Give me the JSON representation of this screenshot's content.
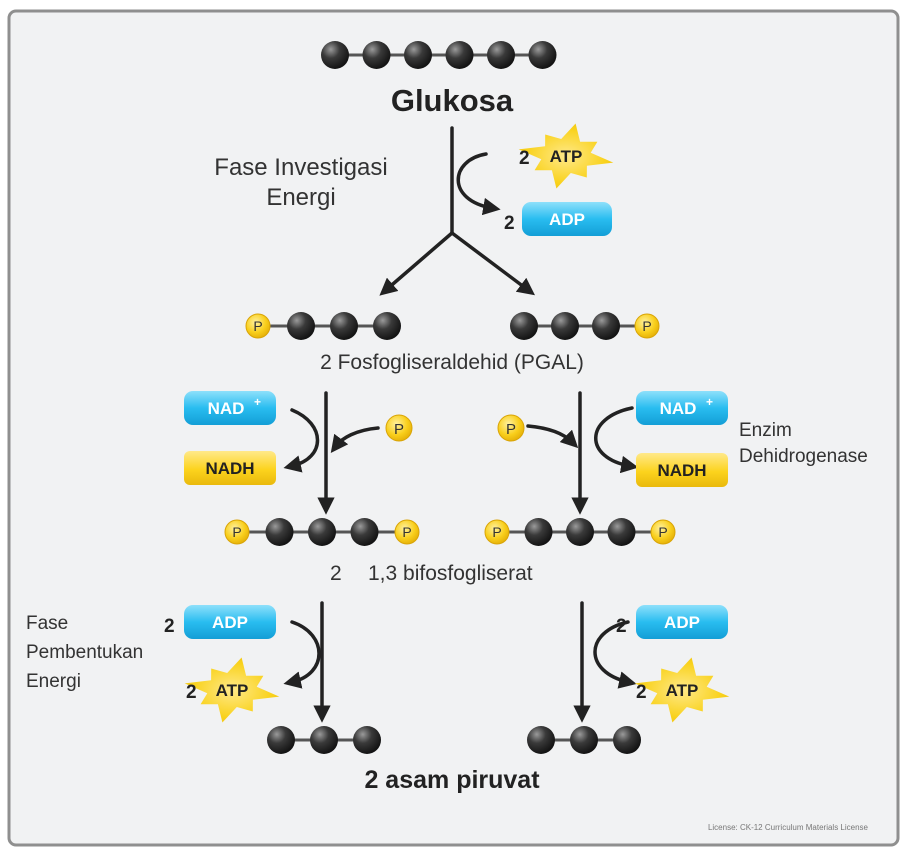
{
  "title": "Glukosa",
  "phase_investment": [
    "Fase Investigasi",
    "Energi"
  ],
  "phase_payoff": [
    "Fase",
    "Pembentukan",
    "Energi"
  ],
  "enzyme": [
    "Enzim",
    "Dehidrogenase"
  ],
  "pgal_label": "2 Fosfogliseraldehid (PGAL)",
  "bpg_coef": "2",
  "bpg_label": "1,3 bifosfogliserat",
  "pyruvate_label": "2 asam piruvat",
  "molecules": {
    "atp": "ATP",
    "adp": "ADP",
    "nad": "NAD",
    "nad_sup": "+",
    "nadh": "NADH",
    "phosphate": "P"
  },
  "coefficient": "2",
  "license": "License: CK-12 Curriculum Materials License",
  "colors": {
    "atp_star": "#f9d21c",
    "adp_pill": "#24b8ee",
    "nadh_pill": "#fbd21e",
    "phosphate": "#f9cf1c",
    "carbon": "#2b2b2b",
    "arrow": "#222222",
    "panel_bg": "#f1f2f3",
    "panel_border": "#8f8f8f"
  }
}
